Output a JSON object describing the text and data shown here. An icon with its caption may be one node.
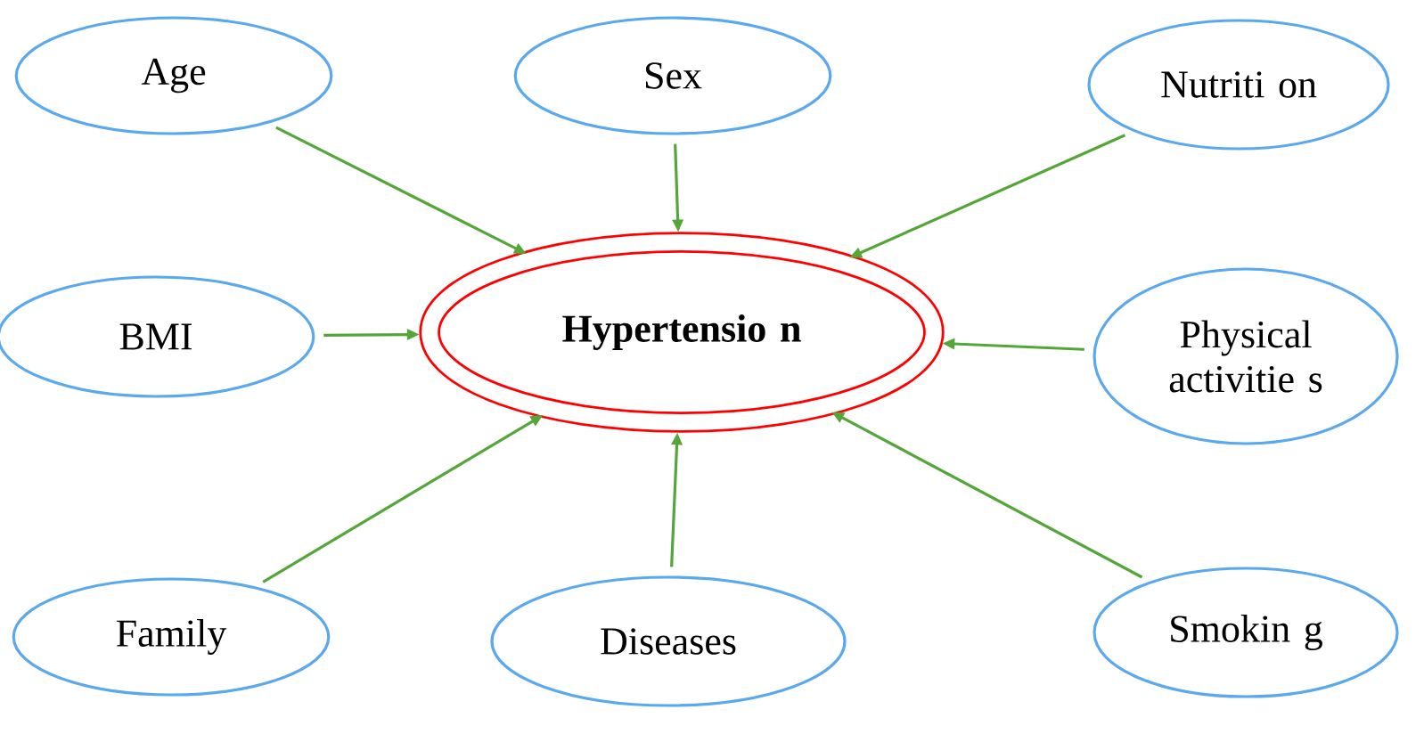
{
  "diagram": {
    "nodes": [
      {
        "text": [
          "Age"
        ]
      },
      {
        "text": [
          "Sex"
        ]
      },
      {
        "text": [
          "Nutriti on"
        ]
      },
      {
        "text": [
          "BMI"
        ]
      },
      {
        "text": [
          "Hypertensio n"
        ]
      },
      {
        "text": [
          "Physical activitie s"
        ]
      },
      {
        "text": [
          "Family"
        ]
      },
      {
        "text": [
          "Diseases"
        ]
      },
      {
        "text": [
          "Smokin g"
        ]
      }
    ],
    "edges": [
      {
        "from": 0,
        "to": 4,
        "arrow": "to"
      },
      {
        "from": 1,
        "to": 4,
        "arrow": "to"
      },
      {
        "from": 2,
        "to": 4,
        "arrow": "to"
      },
      {
        "from": 3,
        "to": 4,
        "arrow": "to"
      },
      {
        "from": 5,
        "to": 4,
        "arrow": "to"
      },
      {
        "from": 6,
        "to": 4,
        "arrow": "to"
      },
      {
        "from": 7,
        "to": 4,
        "arrow": "to"
      },
      {
        "from": 8,
        "to": 4,
        "arrow": "to"
      }
    ]
  }
}
